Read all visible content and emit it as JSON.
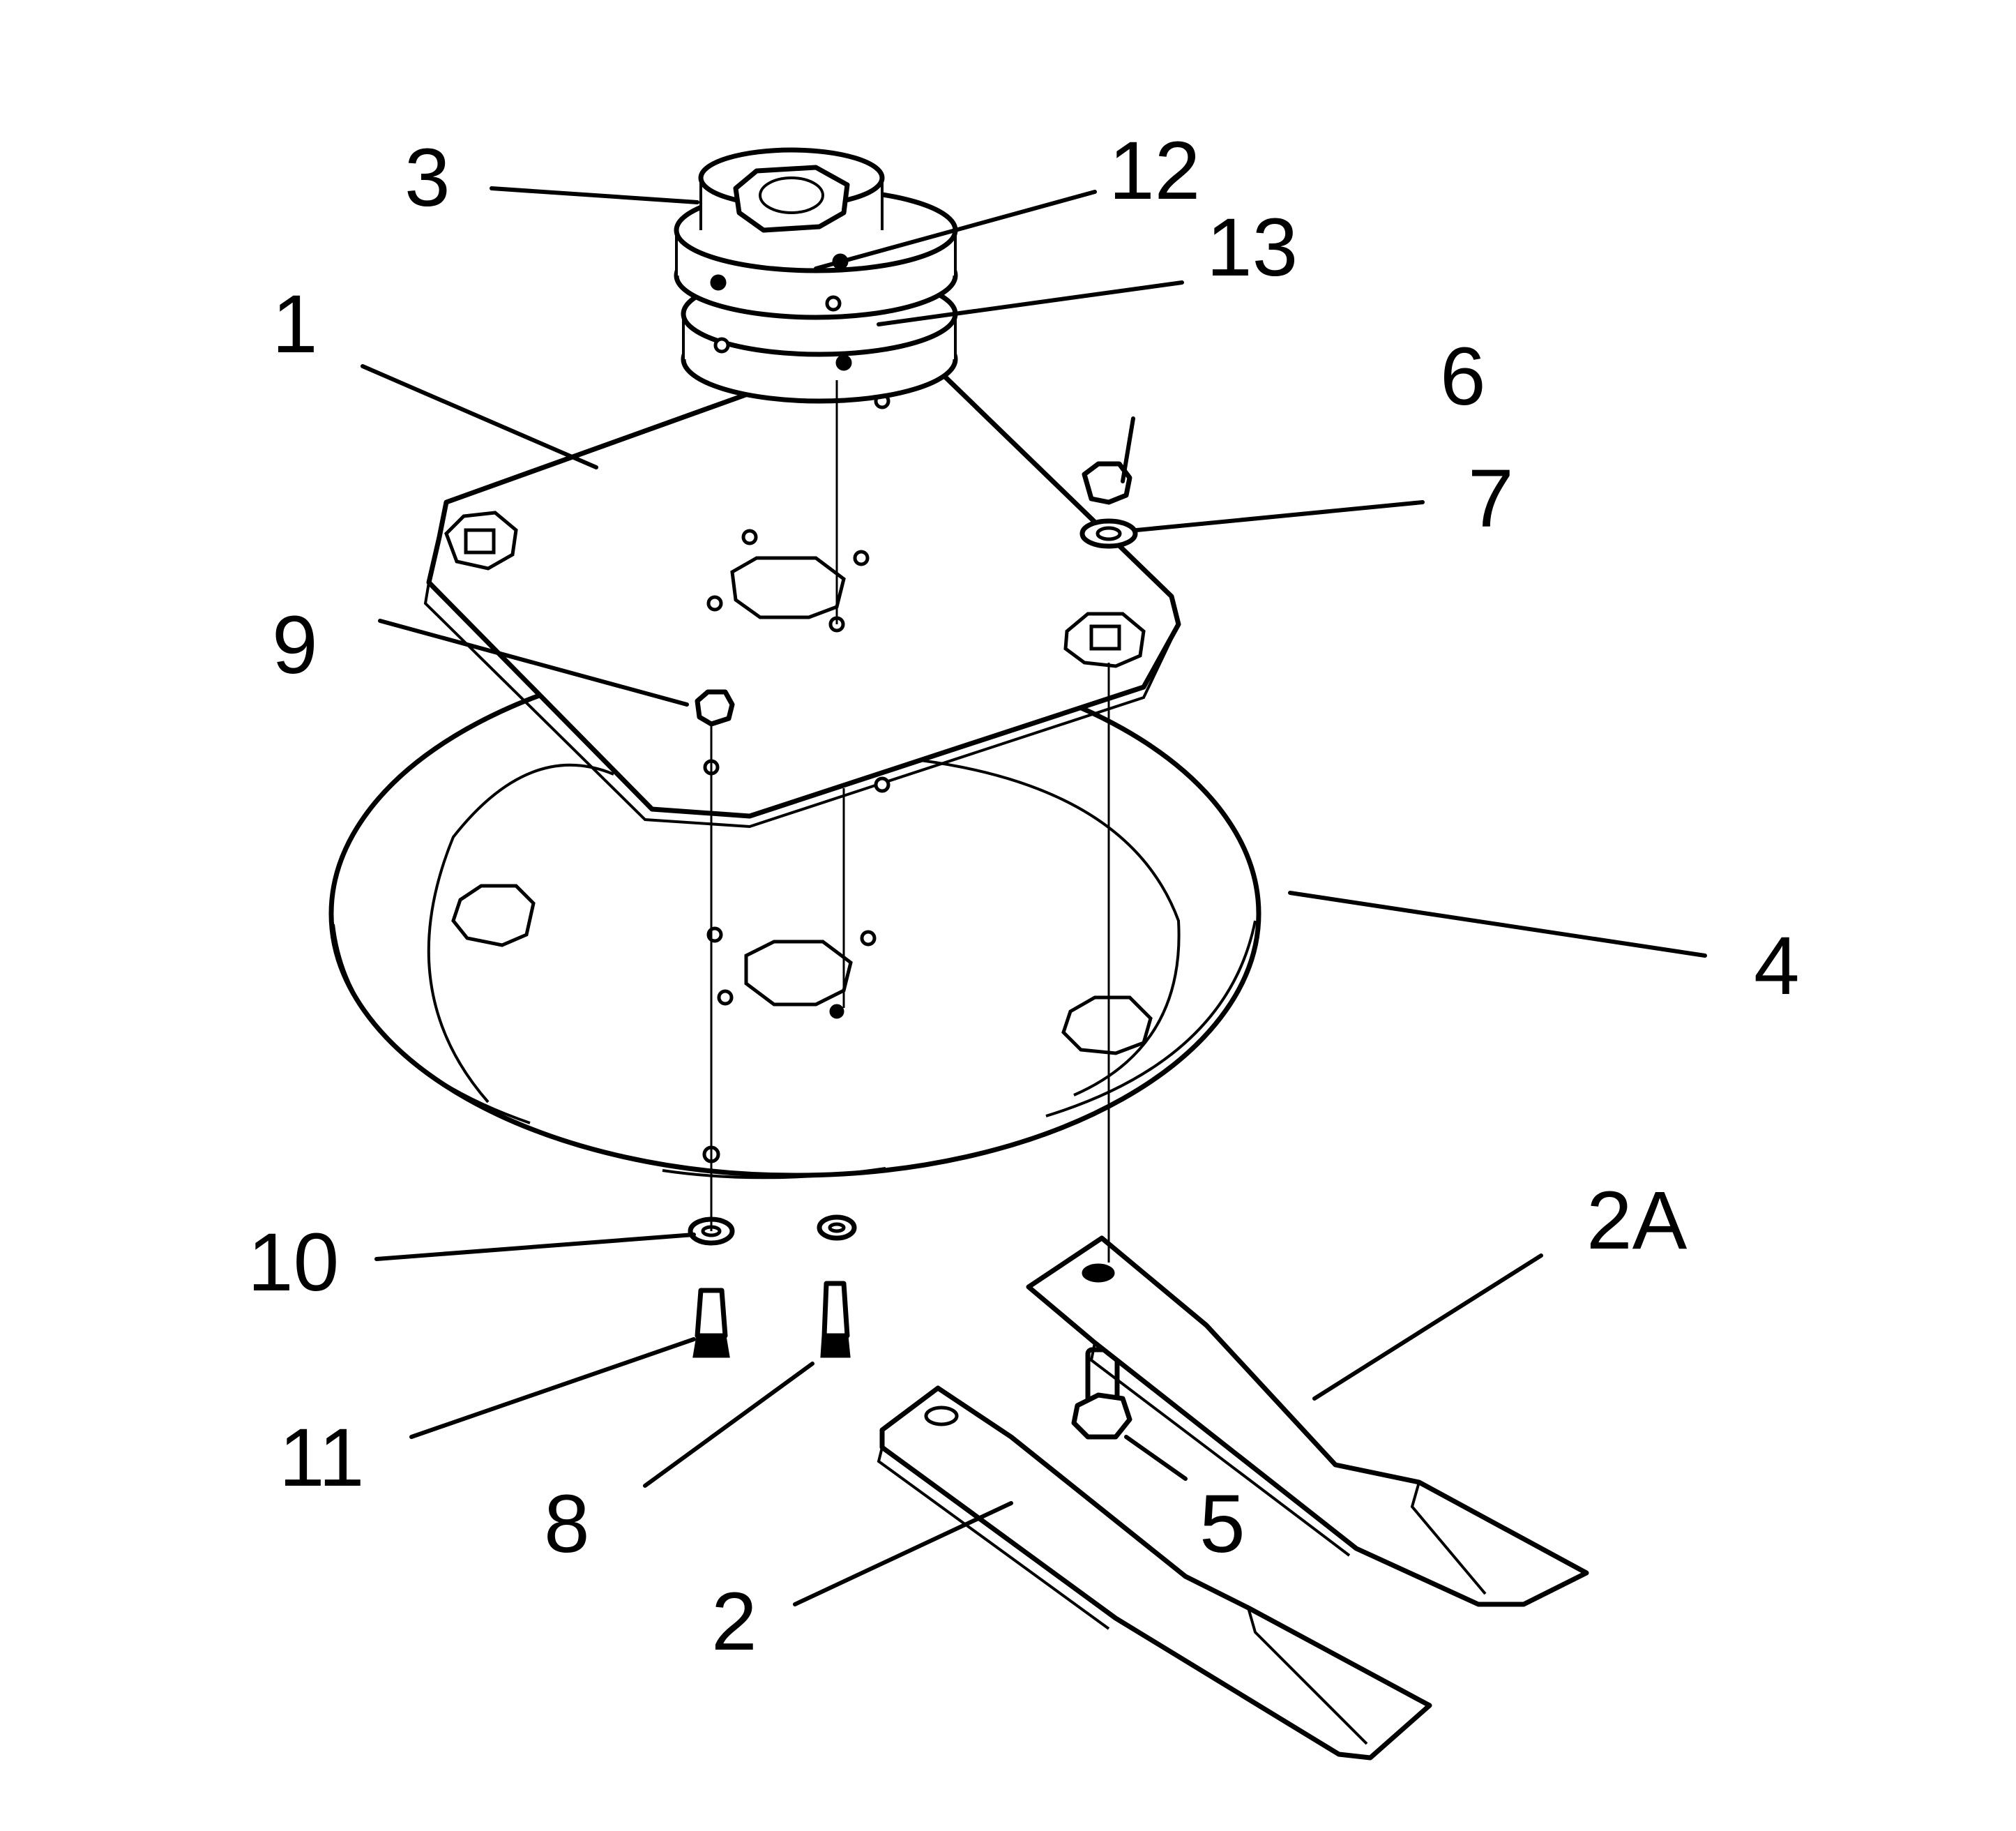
{
  "callouts": {
    "c1": "1",
    "c2": "2",
    "c2a": "2A",
    "c3": "3",
    "c4": "4",
    "c5": "5",
    "c6": "6",
    "c7": "7",
    "c8": "8",
    "c9": "9",
    "c10": "10",
    "c11": "11",
    "c12": "12",
    "c13": "13"
  },
  "colors": {
    "line": "#000000",
    "background": "#ffffff"
  }
}
